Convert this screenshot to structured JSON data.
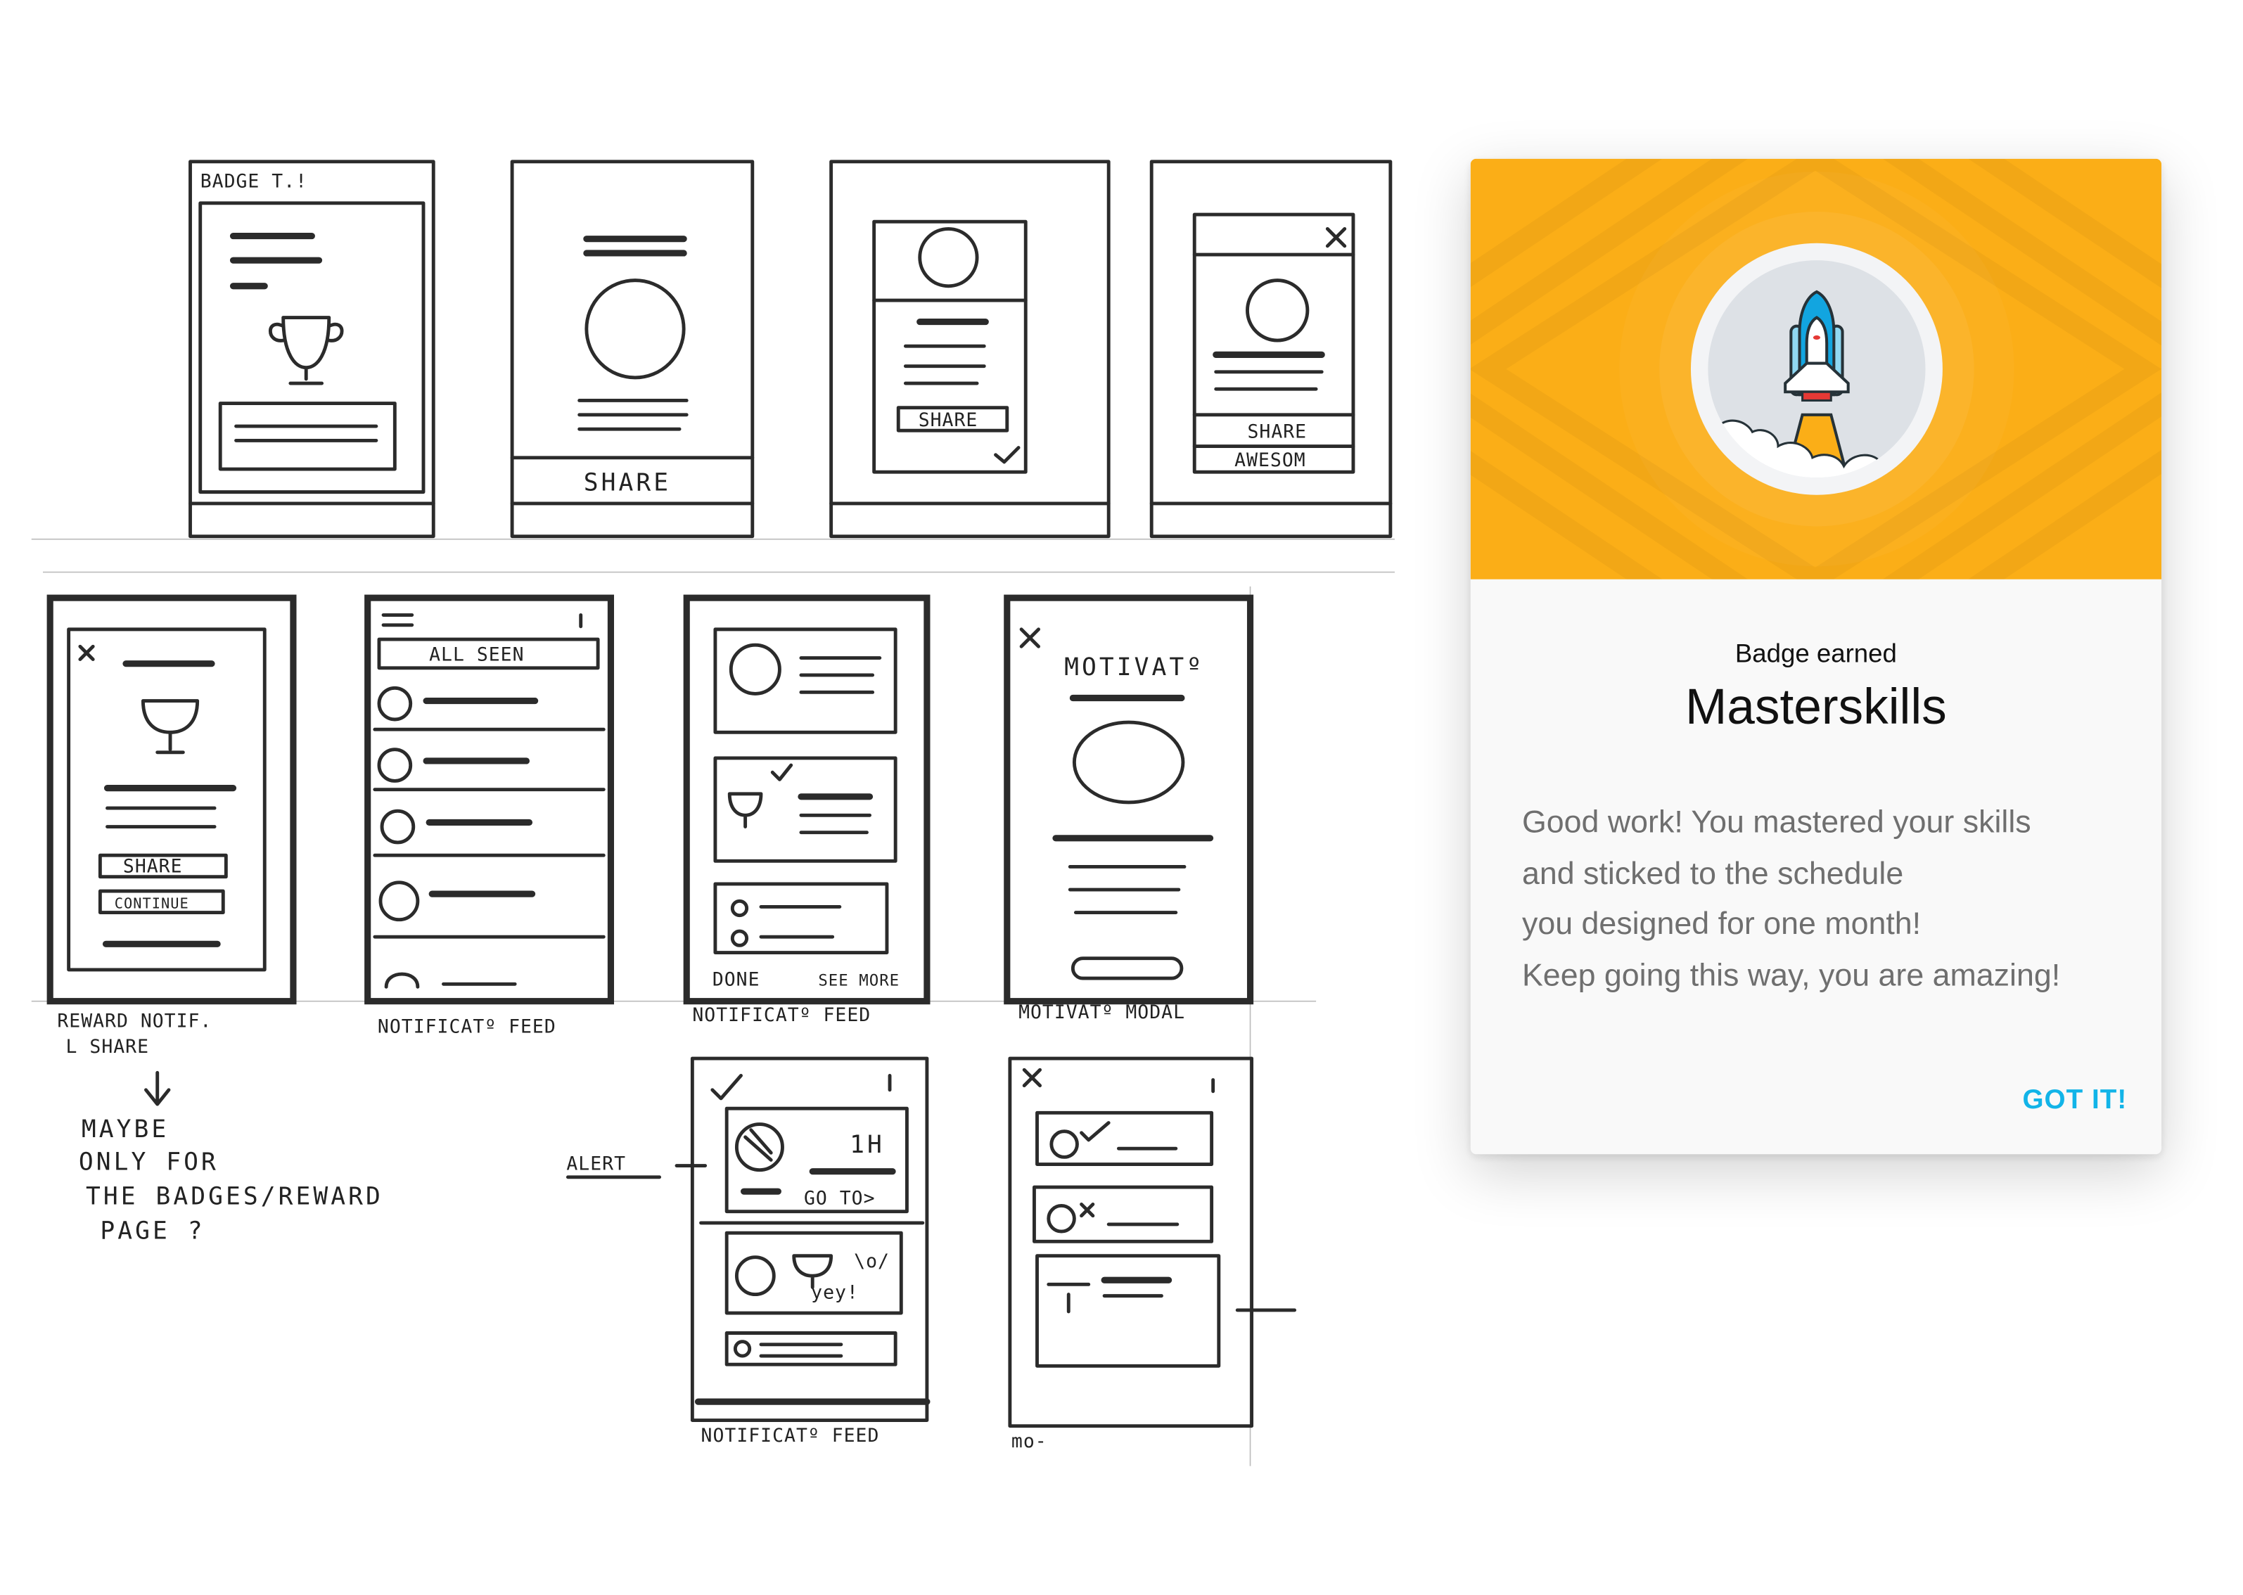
{
  "sketches": {
    "top_row": {
      "frame1_header": "BADGE T.!",
      "frame2_button": "SHARE",
      "frame3_button": "SHARE",
      "frame4_button": "SHARE",
      "frame4_button2": "AWESOM"
    },
    "middle_row": {
      "frame1_button": "SHARE",
      "frame1_button2": "CONTINUE",
      "frame2_header": "ALL SEEN",
      "frame3_left": "DONE",
      "frame3_right": "SEE MORE",
      "frame4_title": "MOTIVATº"
    },
    "captions": {
      "reward_notif": "REWARD NOTIF.",
      "share": "L SHARE",
      "feed1": "NOTIFICATº FEED",
      "feed2": "NOTIFICATº FEED",
      "motivation": "MOTIVATº MODAL",
      "feed3": "NOTIFICATº FEED",
      "mo": "mo-"
    },
    "note": {
      "lines": [
        "MAYBE",
        "ONLY FOR",
        "THE BADGES/REWARD",
        "PAGE ?"
      ]
    },
    "alert_label": "ALERT",
    "bottom_row": {
      "time": "1H",
      "goto": "GO TO>",
      "yo": "\\o/",
      "yey": "yey!"
    }
  },
  "modal": {
    "subtitle": "Badge earned",
    "title": "Masterskills",
    "body_lines": [
      "Good work! You mastered your skills",
      "and sticked to the schedule",
      "you designed for one month!",
      "Keep going this way, you are amazing!"
    ],
    "button": "GOT IT!",
    "badge_icon": "rocket-launch-icon",
    "colors": {
      "header": "#fbae17",
      "button": "#12b4e8",
      "background": "#f9f9f9"
    }
  }
}
